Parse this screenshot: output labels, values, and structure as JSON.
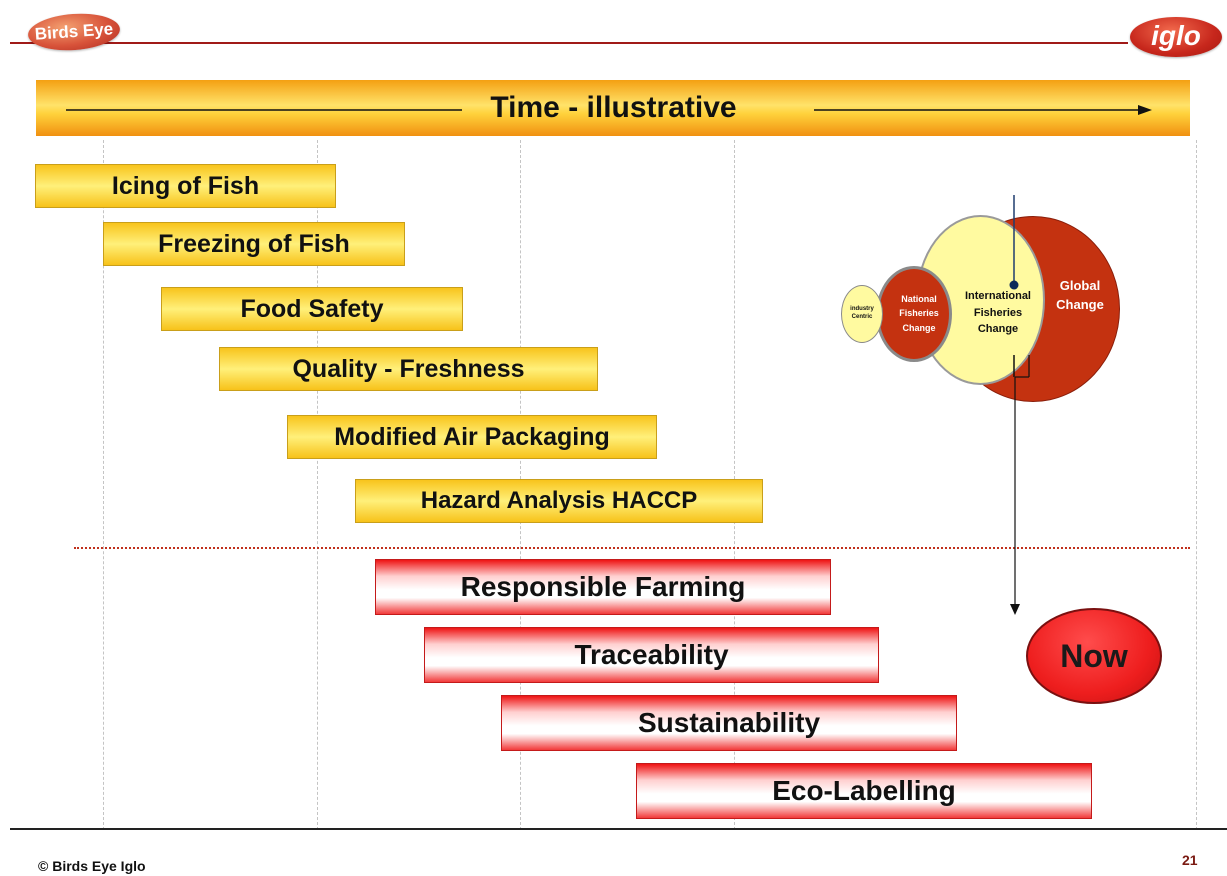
{
  "logos": {
    "left": "Birds Eye",
    "right": "iglo"
  },
  "timeline": {
    "label": "Time - illustrative"
  },
  "yellow_items": [
    "Icing of Fish",
    "Freezing of Fish",
    "Food Safety",
    "Quality - Freshness",
    "Modified Air Packaging",
    "Hazard Analysis HACCP"
  ],
  "red_items": [
    "Responsible Farming",
    "Traceability",
    "Sustainability",
    "Eco-Labelling"
  ],
  "circles": {
    "industry": [
      "industry",
      "Centric"
    ],
    "national": [
      "National",
      "Fisheries",
      "Change"
    ],
    "international": [
      "International",
      "Fisheries",
      "Change"
    ],
    "global": [
      "Global",
      "Change"
    ]
  },
  "now_label": "Now",
  "footer": {
    "copyright": "© Birds Eye Iglo",
    "page_number": "21"
  }
}
